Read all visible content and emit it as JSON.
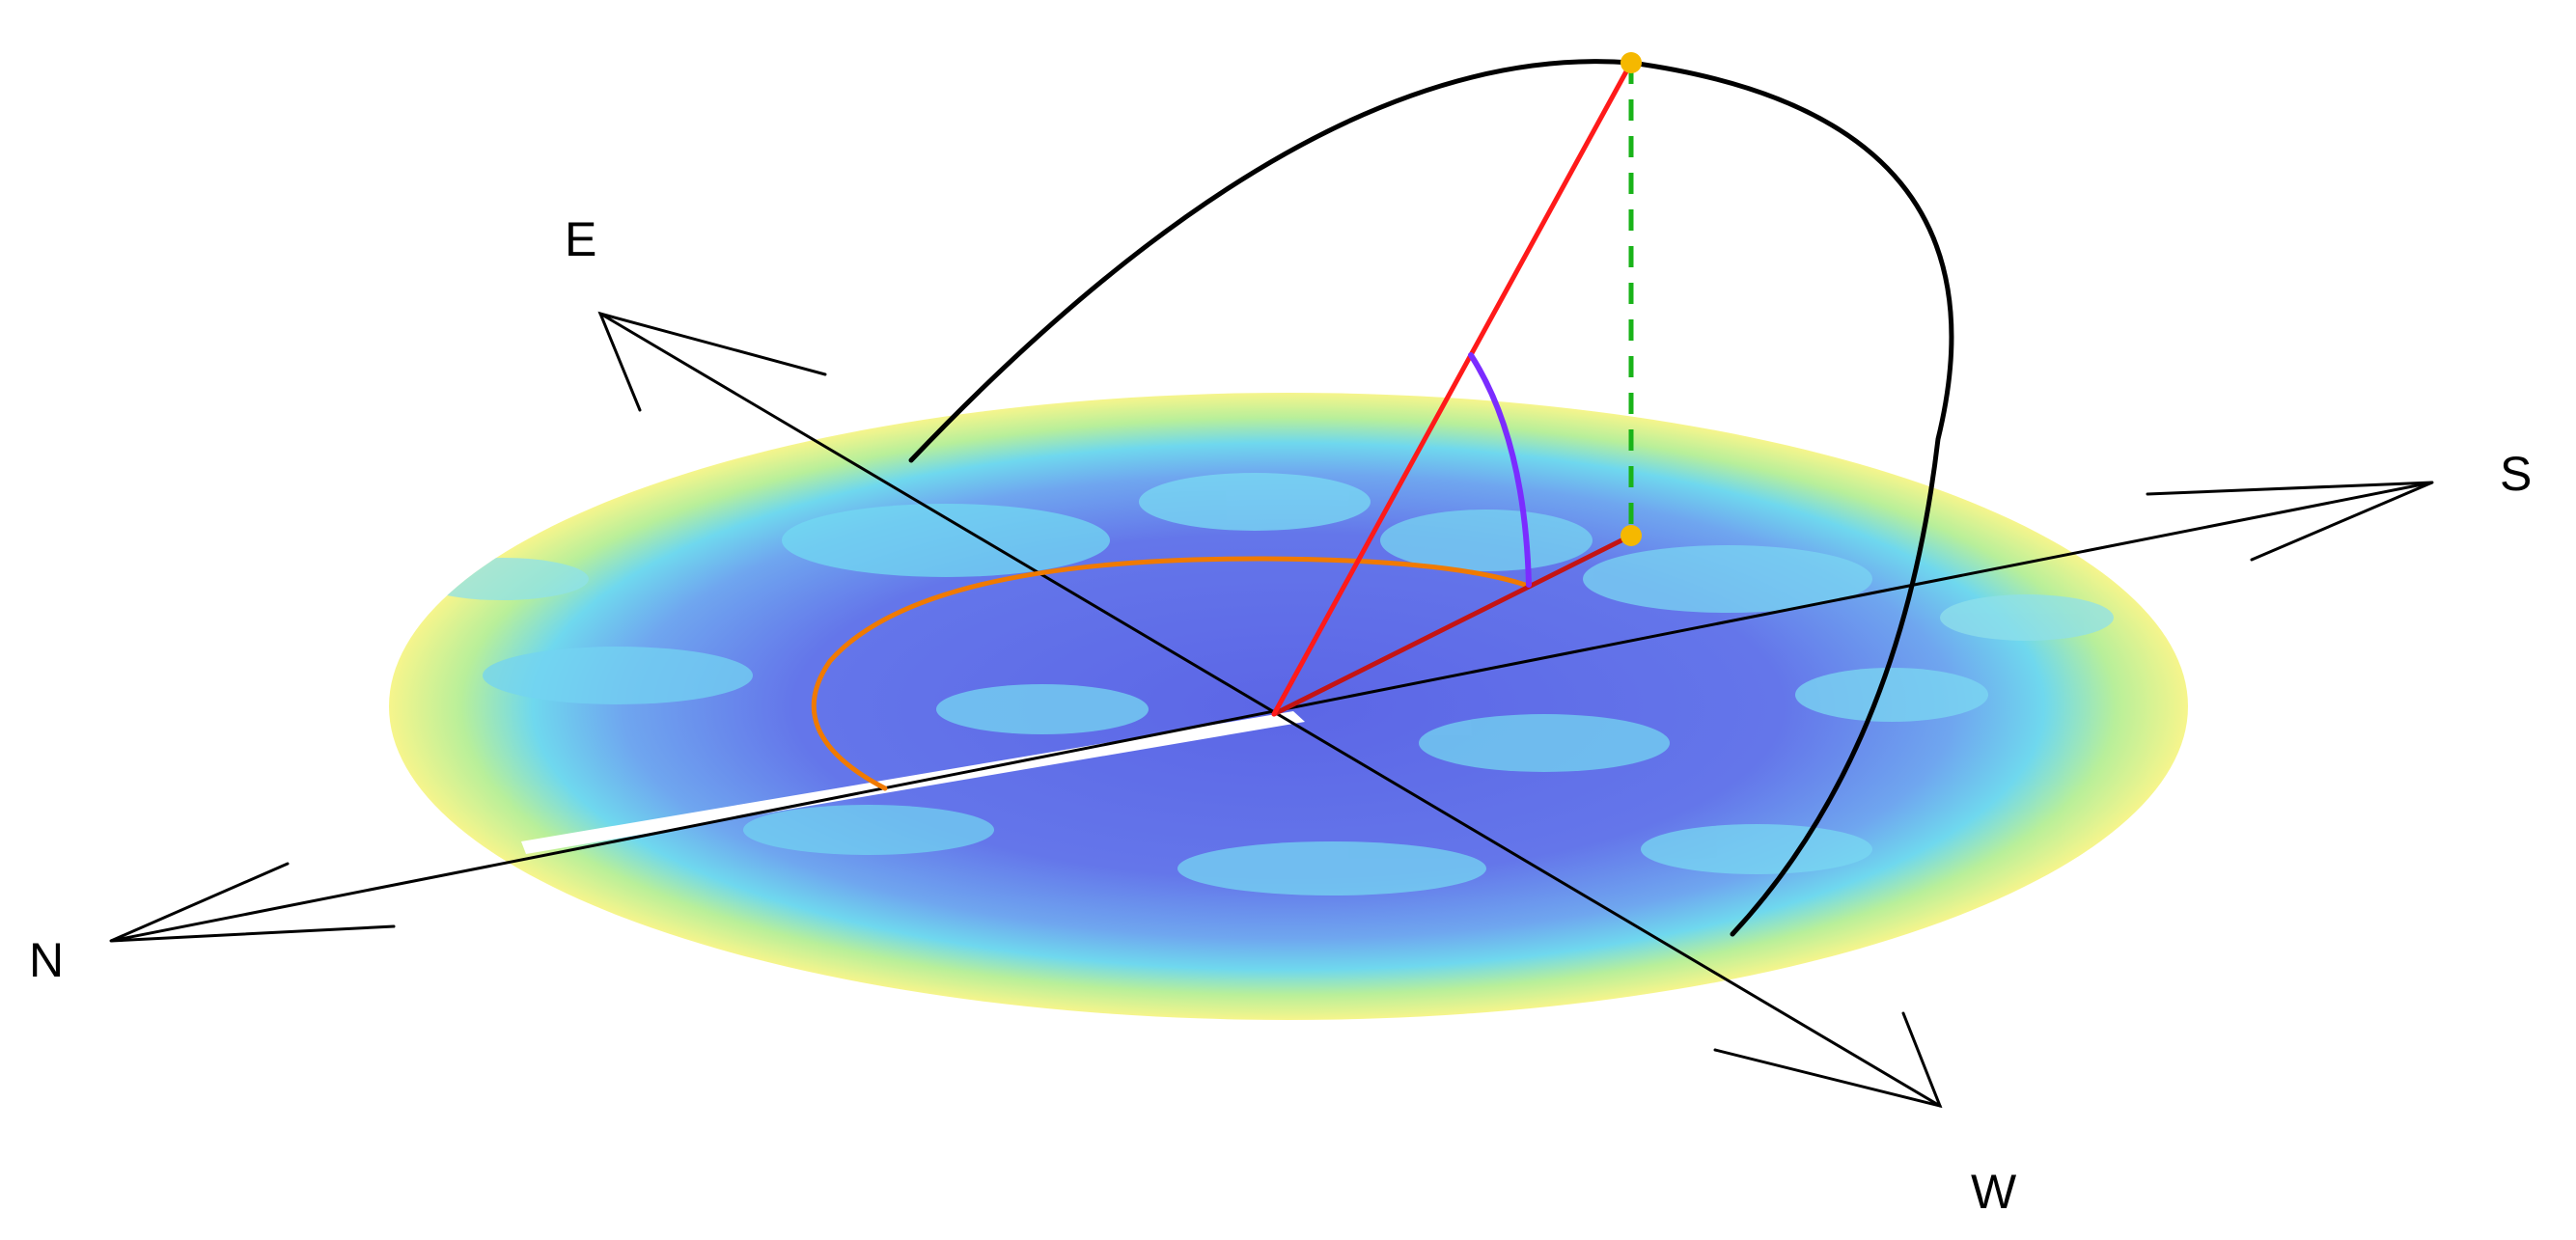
{
  "directions": {
    "north": "N",
    "east": "E",
    "south": "S",
    "west": "W"
  },
  "colors": {
    "background": "#ffffff",
    "axis": "#000000",
    "sun_path": "#000000",
    "sun_ray": "#ff1a1a",
    "ground_projection": "#c41414",
    "zenith_drop": "#19b319",
    "elevation_arc": "#7b2cff",
    "azimuth_arc": "#f07a00",
    "sun_marker": "#f5b800",
    "sky_dark": "#5d68e8",
    "sky_mid": "#6fd3f0",
    "sky_edge": "#f3f58c"
  },
  "icons": {
    "sun": "sun-marker",
    "sun_projection": "sun-projection-marker"
  }
}
